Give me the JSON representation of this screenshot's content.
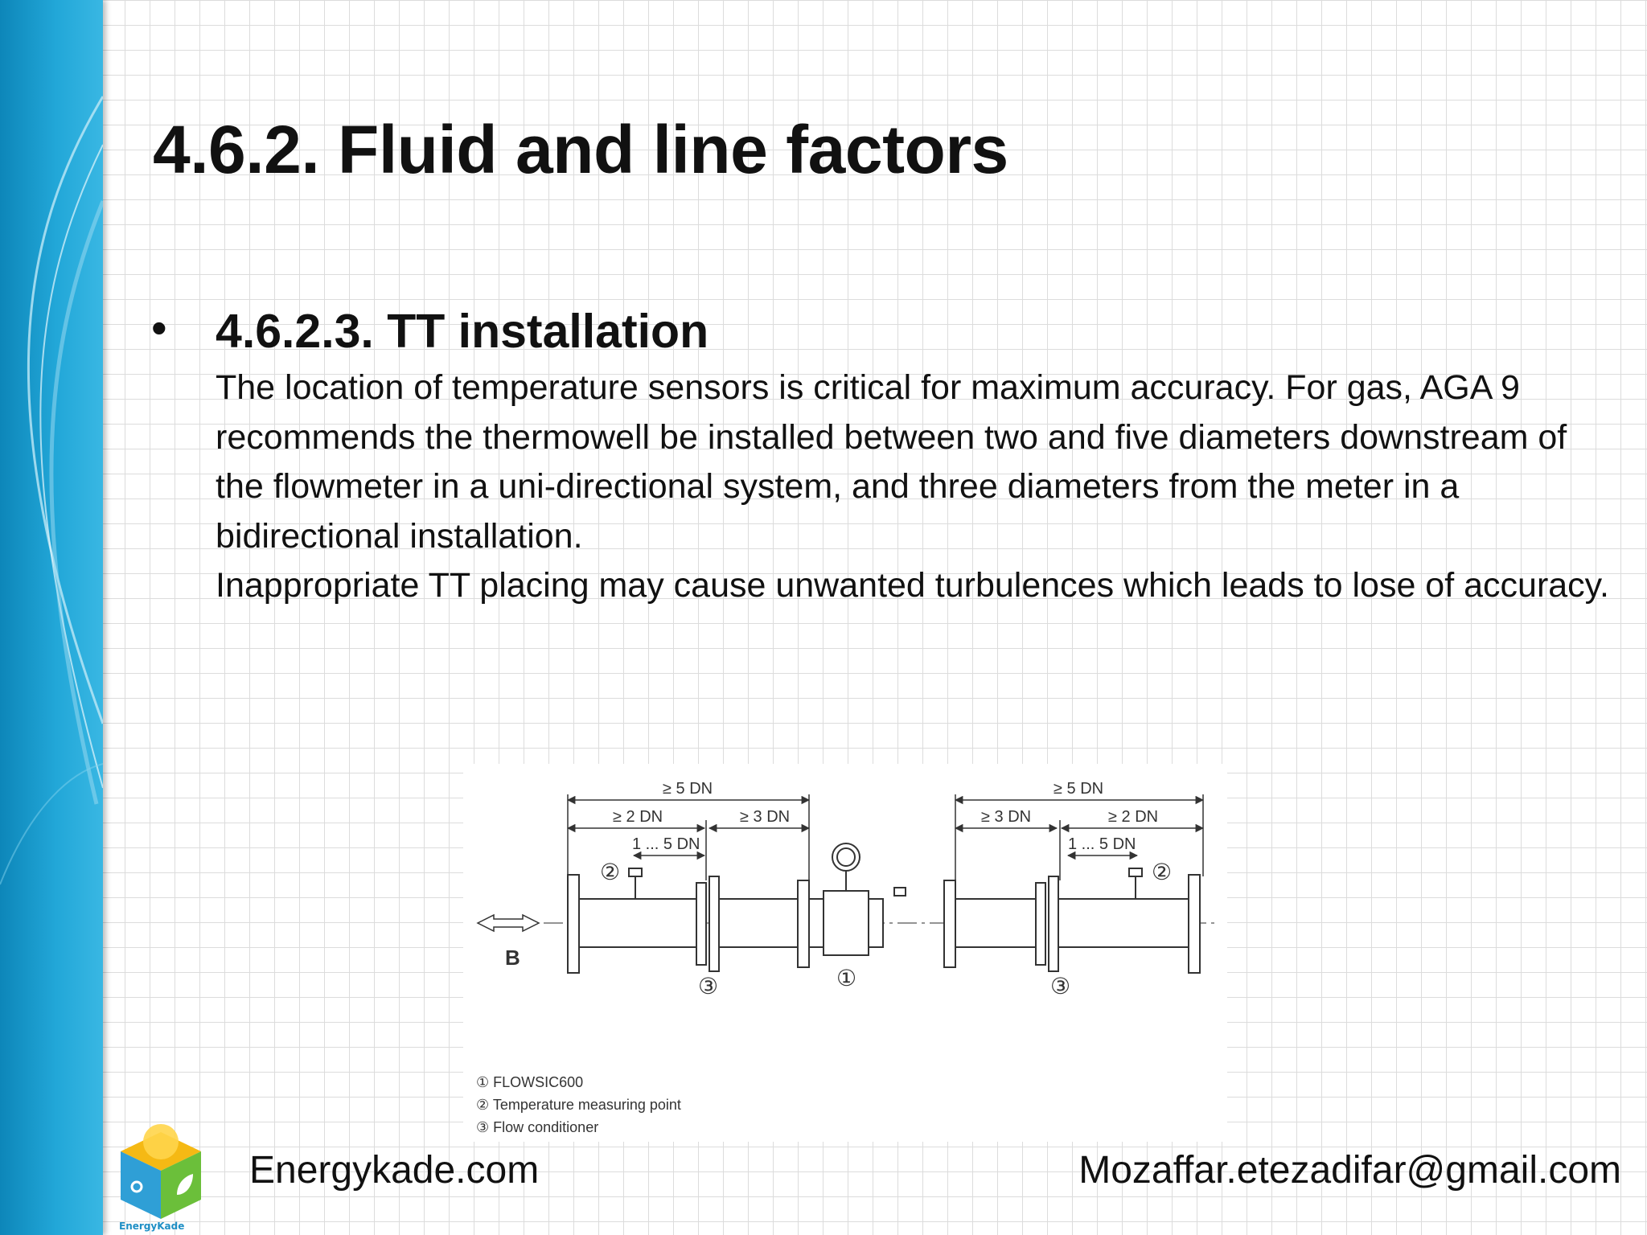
{
  "slide": {
    "title": "4.6.2. Fluid and line factors",
    "bullet_symbol": "•",
    "bullet_heading": "4.6.2.3. TT installation",
    "paragraphs": [
      "The location of temperature sensors is critical for maximum accuracy. For gas, AGA 9 recommends the thermowell be installed between two and five diameters downstream of the flowmeter in a uni-directional system, and three diameters from the meter in a bidirectional installation.",
      "Inappropriate TT placing may cause unwanted turbulences which leads to lose of accuracy."
    ]
  },
  "diagram": {
    "dim_top_left": "≥ 5 DN",
    "dim_top_right": "≥ 5 DN",
    "dim_left_a": "≥ 2 DN",
    "dim_left_b": "≥ 3 DN",
    "dim_right_a": "≥ 3 DN",
    "dim_right_b": "≥ 2 DN",
    "dim_left_range": "1 ... 5 DN",
    "dim_right_range": "1 ... 5 DN",
    "label_b": "B",
    "marker_1": "①",
    "marker_2": "②",
    "marker_3": "③",
    "legend": [
      "① FLOWSIC600",
      "② Temperature measuring point",
      "③ Flow conditioner"
    ]
  },
  "footer": {
    "website": "Energykade.com",
    "email": "Mozaffar.etezadifar@gmail.com",
    "logo_text": "EnergyKade"
  },
  "colors": {
    "accent_band": "#22a7d8",
    "text": "#111111",
    "grid": "#dcdcdc"
  }
}
